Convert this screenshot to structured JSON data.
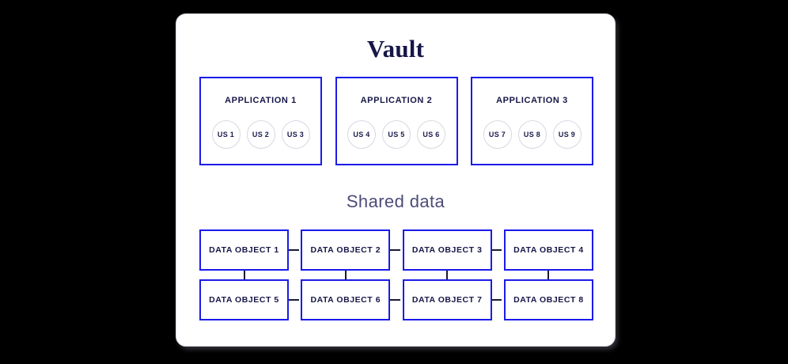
{
  "diagram": {
    "title": "Vault",
    "shared_section_heading": "Shared data",
    "accent_color": "#1b1beb",
    "title_color": "#161648",
    "heading_color": "#4c4c78",
    "circle_border_color": "#d7d8e1",
    "connector_color": "#1a1a35",
    "card_background": "#ffffff",
    "page_background": "#000000"
  },
  "applications": [
    {
      "label": "APPLICATION 1",
      "units": [
        "US 1",
        "US 2",
        "US 3"
      ]
    },
    {
      "label": "APPLICATION 2",
      "units": [
        "US 4",
        "US 5",
        "US 6"
      ]
    },
    {
      "label": "APPLICATION 3",
      "units": [
        "US 7",
        "US 8",
        "US 9"
      ]
    }
  ],
  "data_objects": {
    "row1": [
      "DATA OBJECT 1",
      "DATA OBJECT 2",
      "DATA OBJECT 3",
      "DATA OBJECT 4"
    ],
    "row2": [
      "DATA OBJECT 5",
      "DATA OBJECT 6",
      "DATA OBJECT 7",
      "DATA OBJECT 8"
    ]
  }
}
